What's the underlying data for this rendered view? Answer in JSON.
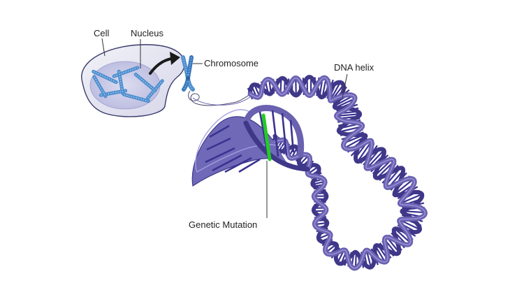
{
  "labels": {
    "cell": "Cell",
    "nucleus": "Nucleus",
    "chromosome": "Chromosome",
    "dna_helix": "DNA helix",
    "genetic_mutation": "Genetic Mutation"
  },
  "colors": {
    "background": "#ffffff",
    "cell_fill": "#e6e6f2",
    "cell_outline": "#3a3a6a",
    "nucleus_fill": "#c9c9e6",
    "chromosome_blue": "#4f8fcf",
    "dna_backbone": "#6a62b0",
    "dna_backbone_dark": "#3f3788",
    "base_pair": "#3a3290",
    "mutation": "#22cc22",
    "arrow": "#1a1a1a",
    "label_text": "#222222"
  },
  "icons": {
    "arrow": "curved-arrow-icon",
    "chromosome": "chromosome-icon"
  }
}
